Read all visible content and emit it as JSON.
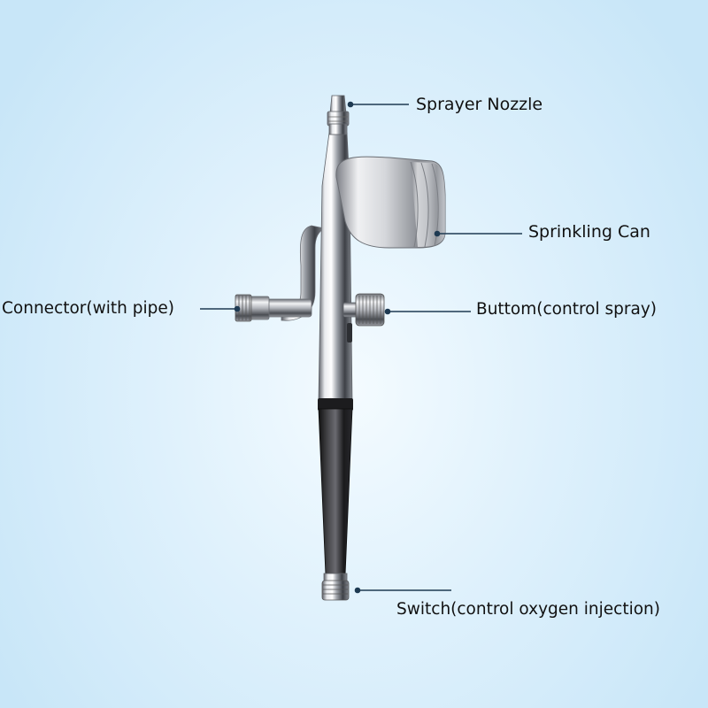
{
  "labels": {
    "sprayer_nozzle": "Sprayer Nozzle",
    "sprinkling_can": "Sprinkling Can",
    "connector": "Connector(with pipe)",
    "button": "Buttom(control spray)",
    "switch": "Switch(control oxygen injection)"
  },
  "colors": {
    "background": "#d3ebf9",
    "leader_line": "#1e3a52",
    "chrome": "#c9ccd2",
    "grip": "#2a2a2a",
    "label_text": "#111111"
  }
}
